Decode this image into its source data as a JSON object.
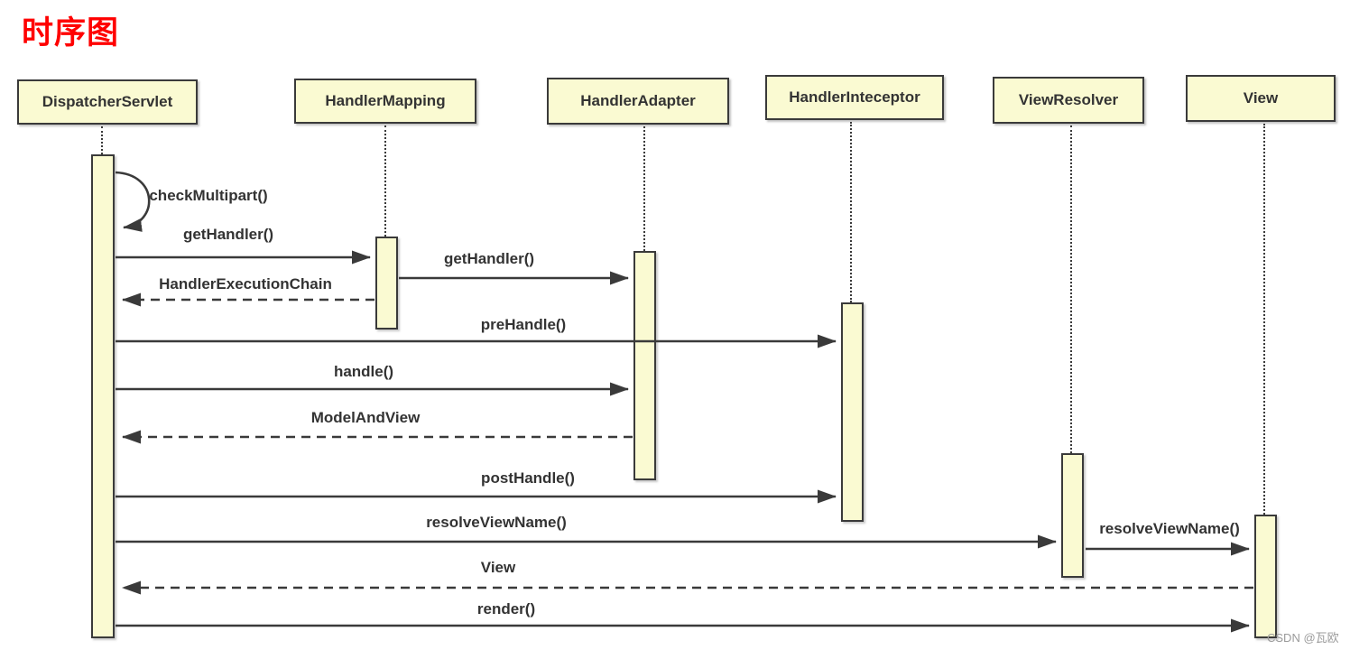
{
  "title": "时序图",
  "watermark": "CSDN @瓦欧",
  "colors": {
    "title": "#ff0000",
    "box_fill": "#fafad2",
    "stroke": "#3a3a3a",
    "watermark": "#9b9b9b",
    "background": "#ffffff"
  },
  "diagram_type": "uml-sequence",
  "participants": [
    {
      "label": "DispatcherServlet"
    },
    {
      "label": "HandlerMapping"
    },
    {
      "label": "HandlerAdapter"
    },
    {
      "label": "HandlerInteceptor"
    },
    {
      "label": "ViewResolver"
    },
    {
      "label": "View"
    }
  ],
  "messages": [
    {
      "label": "checkMultipart()",
      "type": "self",
      "from": "DispatcherServlet",
      "to": "DispatcherServlet"
    },
    {
      "label": "getHandler()",
      "type": "solid",
      "from": "DispatcherServlet",
      "to": "HandlerMapping"
    },
    {
      "label": "HandlerExecutionChain",
      "type": "dashed",
      "from": "HandlerMapping",
      "to": "DispatcherServlet"
    },
    {
      "label": "getHandler()",
      "type": "solid",
      "from": "HandlerMapping",
      "to": "HandlerAdapter"
    },
    {
      "label": "preHandle()",
      "type": "solid",
      "from": "DispatcherServlet",
      "to": "HandlerInteceptor"
    },
    {
      "label": "handle()",
      "type": "solid",
      "from": "DispatcherServlet",
      "to": "HandlerAdapter"
    },
    {
      "label": "ModelAndView",
      "type": "dashed",
      "from": "HandlerAdapter",
      "to": "DispatcherServlet"
    },
    {
      "label": "postHandle()",
      "type": "solid",
      "from": "DispatcherServlet",
      "to": "HandlerInteceptor"
    },
    {
      "label": "resolveViewName()",
      "type": "solid",
      "from": "DispatcherServlet",
      "to": "ViewResolver"
    },
    {
      "label": "resolveViewName()",
      "type": "solid",
      "from": "ViewResolver",
      "to": "View"
    },
    {
      "label": "View",
      "type": "dashed",
      "from": "View",
      "to": "DispatcherServlet"
    },
    {
      "label": "render()",
      "type": "solid",
      "from": "DispatcherServlet",
      "to": "View"
    }
  ]
}
